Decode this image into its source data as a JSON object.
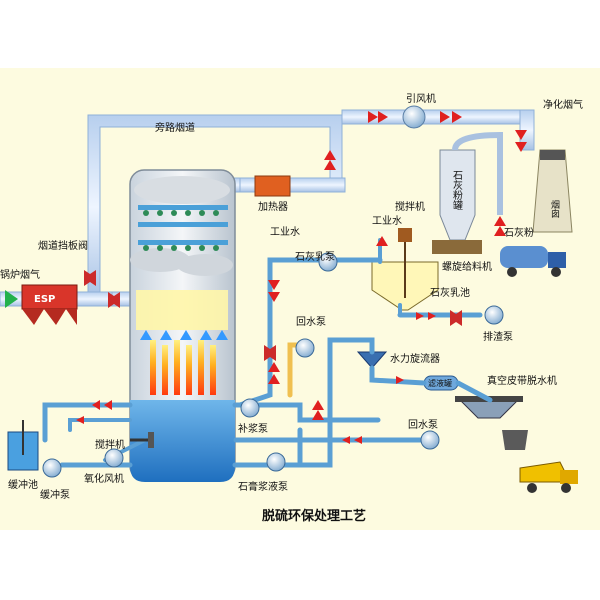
{
  "title": "脱硫环保处理工艺",
  "labels": {
    "boiler_flue_gas": "锅炉烟气",
    "esp": "ESP",
    "flue_damper": "烟道挡板阀",
    "bypass_flue": "旁路烟道",
    "heater": "加热器",
    "induced_fan": "引风机",
    "clean_flue_gas": "净化烟气",
    "chimney": "烟囱",
    "lime_silo": "石灰粉罐",
    "lime_powder": "石灰粉",
    "industrial_water_tower": "工业水",
    "industrial_water": "工业水",
    "agitator_top": "搅拌机",
    "lime_milk_pump": "石灰乳泵",
    "screw_feeder": "螺旋给料机",
    "lime_milk_tank": "石灰乳池",
    "return_pump_1": "回水泵",
    "discharge_pump": "排渣泵",
    "hydrocyclone": "水力旋流器",
    "thickener": "滤液罐",
    "vacuum_belt": "真空皮带脱水机",
    "return_pump_2": "回水泵",
    "slurry_makeup_pump": "补浆泵",
    "agitator_bottom": "搅拌机",
    "oxidation_fan": "氧化风机",
    "gypsum_pump": "石膏浆液泵",
    "buffer_tank": "缓冲池",
    "buffer_pump": "缓冲泵"
  },
  "colors": {
    "pipe_gas": "#c8ddf5",
    "pipe_water": "#5a9fd4",
    "pipe_slurry": "#f0c050",
    "arrow_red": "#e02020",
    "tower": "#e8ecf0",
    "slurry": "#2f8fd6",
    "background": "#fdfbe0"
  }
}
